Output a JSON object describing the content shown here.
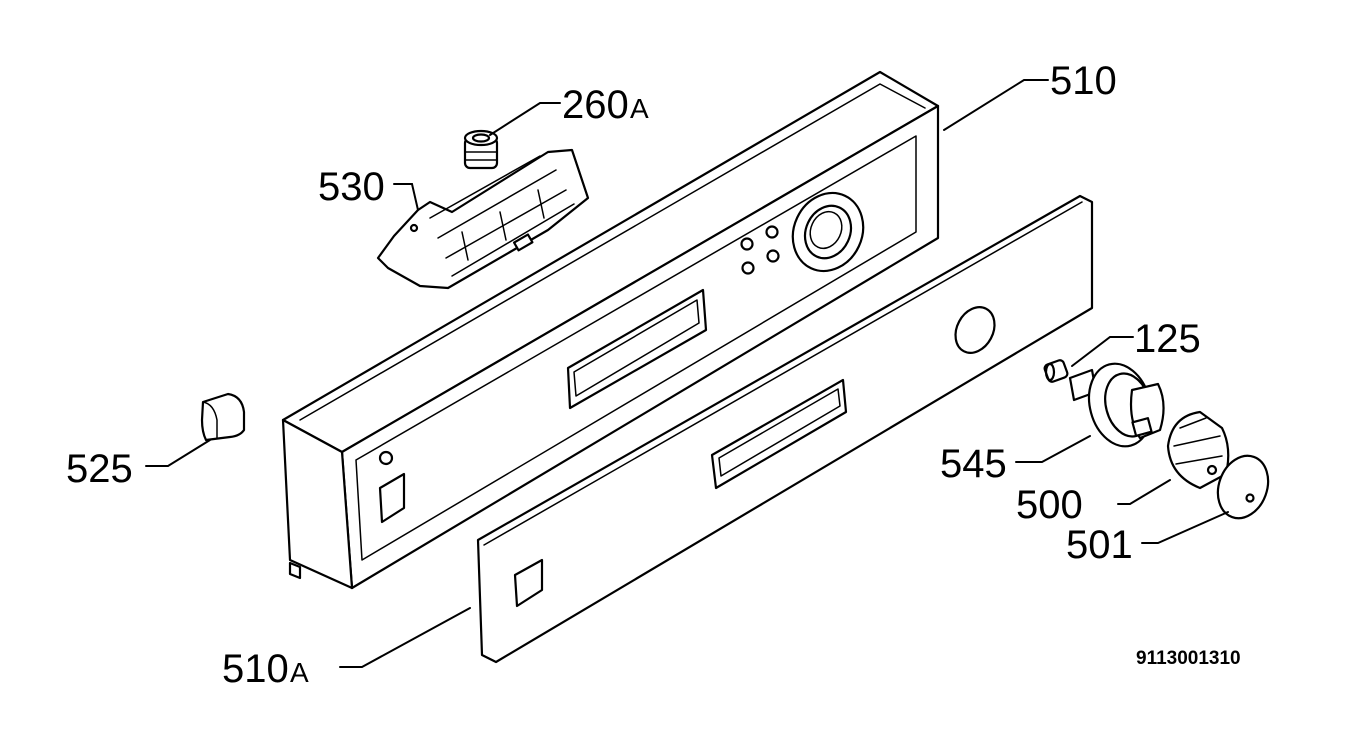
{
  "labels": {
    "p510": "510",
    "p260": "260",
    "p260_suffix": "A",
    "p530": "530",
    "p125": "125",
    "p525": "525",
    "p545": "545",
    "p500": "500",
    "p501": "501",
    "p510a": "510",
    "p510a_suffix": "A"
  },
  "drawing_code": "9113001310"
}
